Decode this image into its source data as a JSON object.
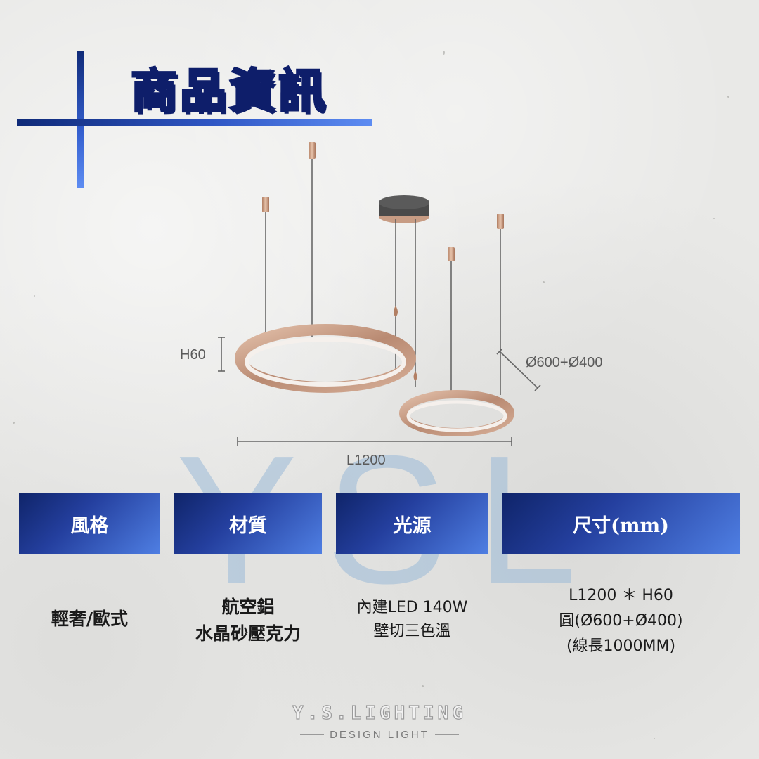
{
  "header": {
    "title": "商品資訊"
  },
  "watermark": {
    "letters": "YSL"
  },
  "illustration": {
    "height_label": "H60",
    "diameter_label": "Ø600+Ø400",
    "length_label": "L1200",
    "colors": {
      "ring": "#c79c84",
      "ring_inner": "#f7f2ee",
      "wire": "#555555",
      "canopy": "#4a4a4a"
    }
  },
  "specs": [
    {
      "key": "style",
      "header": "風格",
      "values": [
        "輕奢/歐式"
      ]
    },
    {
      "key": "material",
      "header": "材質",
      "values": [
        "航空鋁",
        "水晶砂壓克力"
      ]
    },
    {
      "key": "light",
      "header": "光源",
      "values": [
        "內建LED 140W",
        "壁切三色溫"
      ]
    },
    {
      "key": "size",
      "header": "尺寸(mm)",
      "values": [
        "L1200 ＊ H60",
        "圓(Ø600+Ø400)",
        "(線長1000MM)"
      ]
    }
  ],
  "brand": {
    "name": "Y.S.LIGHTING",
    "tagline": "DESIGN LIGHT"
  },
  "colors": {
    "accent_dark": "#0f2469",
    "accent_light": "#4f7fe3"
  }
}
